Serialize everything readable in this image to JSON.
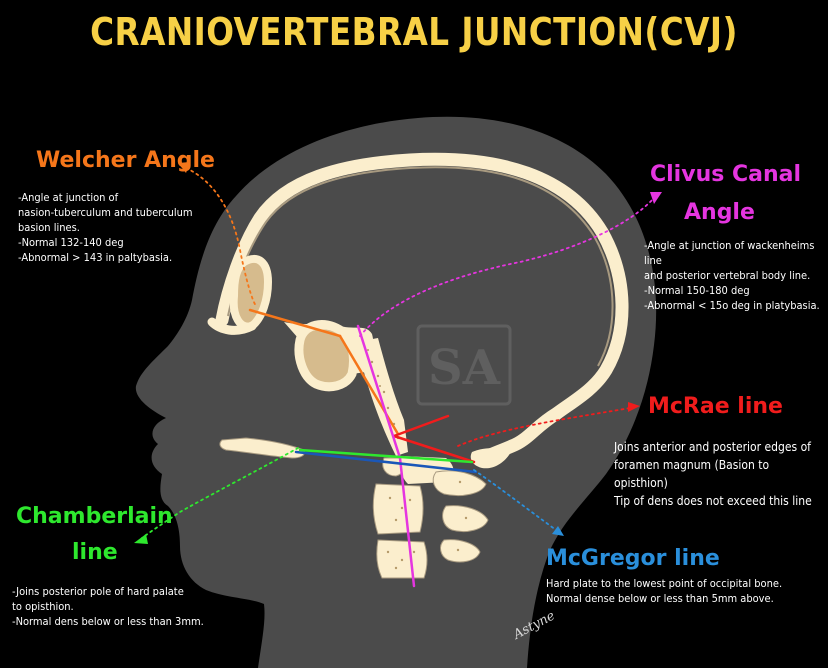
{
  "title": "CRANIOVERTEBRAL JUNCTION(CVJ)",
  "watermark": "SA",
  "signature": "Astyne",
  "colors": {
    "title": "#f7d046",
    "welcher": "#f5761a",
    "clivus": "#e535e0",
    "mcrae": "#f01c1c",
    "chamberlain": "#2ee82e",
    "mcgregor": "#2a8fdb",
    "head": "#4b4b4b",
    "bone": "#fbeecd",
    "marrow": "#d6bb8d"
  },
  "labels": {
    "welcher": {
      "title": "Welcher Angle",
      "text": "-Angle at junction of\nnasion-tuberculum and tuberculum\nbasion lines.\n-Normal 132-140 deg\n-Abnormal > 143 in paltybasia."
    },
    "clivus": {
      "title_line1": "Clivus Canal",
      "title_line2": "Angle",
      "text": "-Angle at junction of wackenheims line\nand posterior vertebral body line.\n-Normal 150-180 deg\n-Abnormal < 15o deg in platybasia."
    },
    "mcrae": {
      "title": "McRae line",
      "text": "Joins anterior and posterior edges of\nforamen magnum (Basion to opisthion)\nTip of dens does not exceed this line"
    },
    "chamberlain": {
      "title_line1": "Chamberlain",
      "title_line2": "line",
      "text": "-Joins posterior pole of hard palate\n to opisthion.\n-Normal dens below or less than 3mm."
    },
    "mcgregor": {
      "title": "McGregor line",
      "text": "Hard plate to the lowest point of occipital bone.\nNormal dense below or less than 5mm above."
    }
  }
}
